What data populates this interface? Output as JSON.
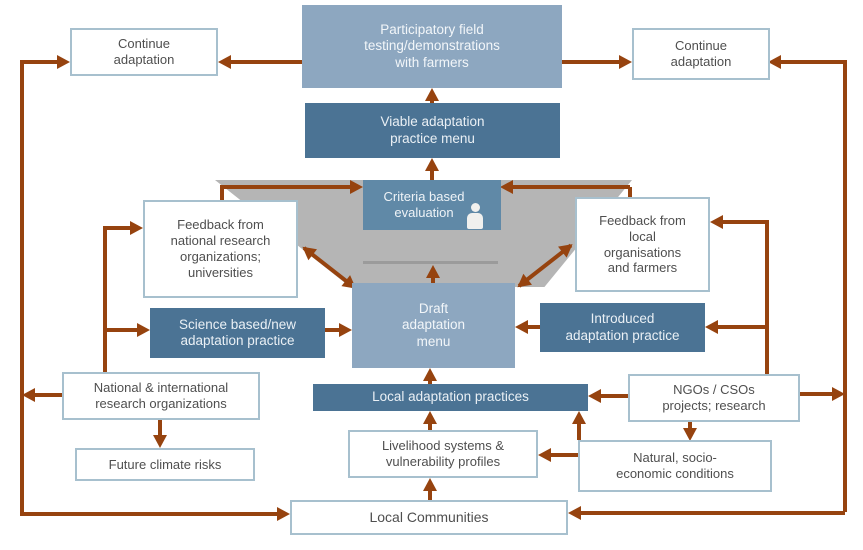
{
  "title": "Adaptation practice development and feedback flow diagram",
  "colors": {
    "arrow": "#96430f",
    "box_light_blue": "#8da7c0",
    "box_dark_blue": "#4b7394",
    "box_criteria_blue": "#6089a7",
    "trapezoid_gray": "#b5b5b5",
    "white_box_border": "#a7c0ce",
    "white_box_text": "#4f4f4f",
    "background": "#ffffff"
  },
  "nodes": {
    "participatory": {
      "label": "Participatory field\ntesting/demonstrations\nwith farmers"
    },
    "continue_left": {
      "label": "Continue\nadaptation"
    },
    "continue_right": {
      "label": "Continue\nadaptation"
    },
    "viable": {
      "label": "Viable adaptation\npractice menu"
    },
    "criteria": {
      "label": "Criteria based\nevaluation"
    },
    "feedback_national": {
      "label": "Feedback from\nnational research\norganizations;\nuniversities"
    },
    "feedback_local": {
      "label": "Feedback from\nlocal\norganisations\nand farmers"
    },
    "draft": {
      "label": "Draft\nadaptation\nmenu"
    },
    "science": {
      "label": "Science based/new\nadaptation practice"
    },
    "introduced": {
      "label": "Introduced\nadaptation practice"
    },
    "local_practices": {
      "label": "Local adaptation practices"
    },
    "national_orgs": {
      "label": "National & international\nresearch organizations"
    },
    "future_risks": {
      "label": "Future climate risks"
    },
    "livelihood": {
      "label": "Livelihood systems &\nvulnerability profiles"
    },
    "ngos": {
      "label": "NGOs / CSOs\nprojects; research"
    },
    "natural": {
      "label": "Natural, socio-\neconomic conditions"
    },
    "communities": {
      "label": "Local Communities"
    }
  },
  "icons": {
    "criteria_figure": "person-icon"
  }
}
